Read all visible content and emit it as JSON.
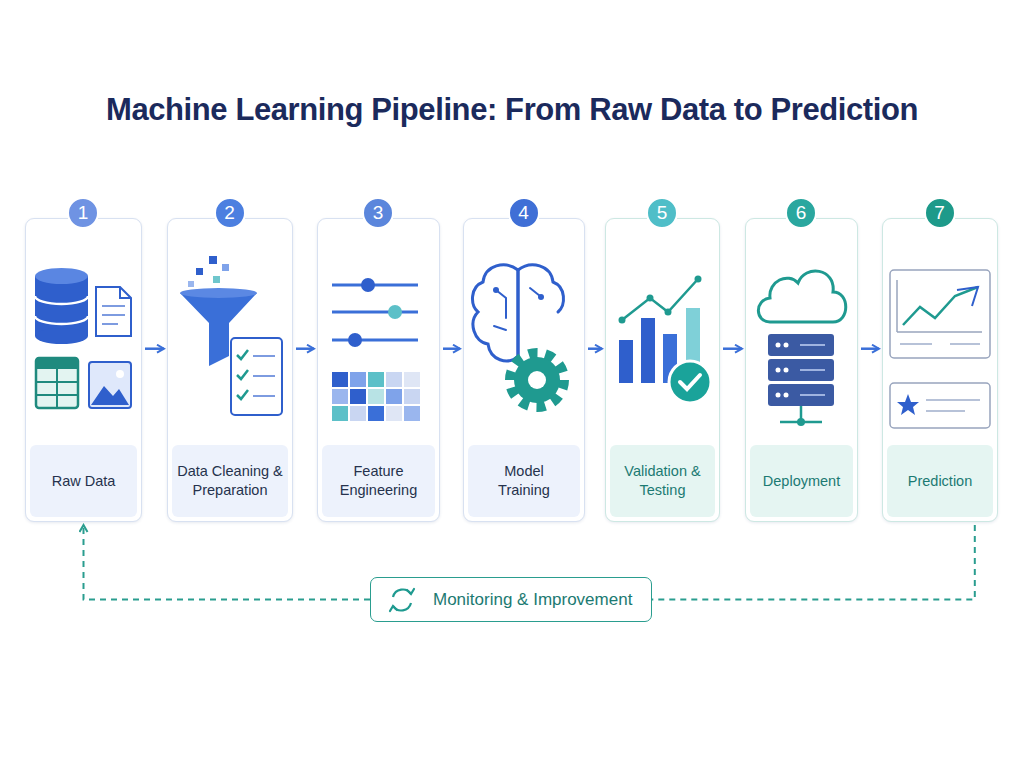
{
  "diagram": {
    "title": "Machine Learning Pipeline: From Raw Data to Prediction",
    "nodes": [
      {
        "text": [
          "Raw Data"
        ]
      },
      {
        "text": [
          "1"
        ],
        "in": 0
      },
      {
        "text": [
          "Data Cleaning & Preparation"
        ]
      },
      {
        "text": [
          "2"
        ],
        "in": 2
      },
      {
        "text": [
          "Feature Engineering"
        ]
      },
      {
        "text": [
          "3"
        ],
        "in": 4
      },
      {
        "text": [
          "Model Training"
        ]
      },
      {
        "text": [
          "4"
        ],
        "in": 6
      },
      {
        "text": [
          "Validation & Testing"
        ]
      },
      {
        "text": [
          "5"
        ],
        "in": 8
      },
      {
        "text": [
          "Deployment"
        ]
      },
      {
        "text": [
          "6"
        ],
        "in": 10
      },
      {
        "text": [
          "Prediction"
        ]
      },
      {
        "text": [
          "7"
        ],
        "in": 12
      },
      {
        "text": [
          "Monitoring & Improvement"
        ]
      }
    ],
    "edges": [
      {
        "from": 0,
        "to": 2,
        "arrow": "to"
      },
      {
        "from": 2,
        "to": 4,
        "arrow": "to"
      },
      {
        "from": 4,
        "to": 6,
        "arrow": "to"
      },
      {
        "from": 6,
        "to": 8,
        "arrow": "to"
      },
      {
        "from": 8,
        "to": 10,
        "arrow": "to"
      },
      {
        "from": 10,
        "to": 12,
        "arrow": "to"
      },
      {
        "from": 12,
        "to": 14,
        "arrow": "none"
      },
      {
        "from": 14,
        "to": 0,
        "arrow": "to"
      }
    ]
  }
}
